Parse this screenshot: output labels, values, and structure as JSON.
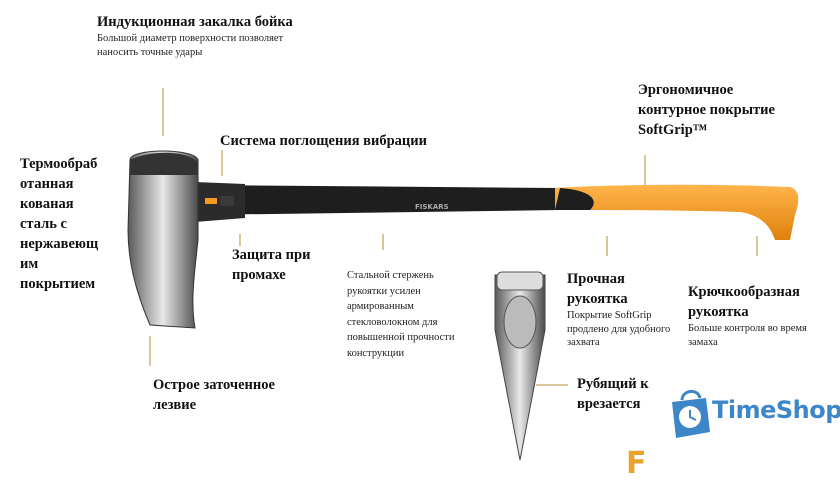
{
  "callouts": {
    "induction": {
      "title": "Индукционная закалка бойка",
      "lines": [
        "Большой диаметр поверхности позволяет",
        "наносить точные удары"
      ]
    },
    "vibration": {
      "title": "Система поглощения вибрации"
    },
    "steel": {
      "lines": [
        "Термообраб",
        "отанная",
        "кованая",
        "сталь с",
        "нержавеющ",
        "им",
        "покрытием"
      ]
    },
    "softgrip": {
      "lines": [
        "Эргономичное",
        "контурное покрытие",
        "SoftGrip™"
      ]
    },
    "miss": {
      "lines": [
        "Защита при",
        "промахе"
      ]
    },
    "rod": {
      "lines": [
        "Стальной стержень",
        "рукоятки усилен",
        "армированным",
        "стекловолокном для",
        "повышенной прочности",
        "конструкции"
      ]
    },
    "handle": {
      "lines": [
        "Прочная",
        "рукоятка"
      ],
      "sub": [
        "Покрытие SoftGrip",
        "продлено для удобного",
        "захвата"
      ]
    },
    "hook": {
      "lines": [
        "Крючкообразная",
        "рукоятка"
      ],
      "sub": [
        "Больше контроля во время",
        "замаха"
      ]
    },
    "blade": {
      "lines": [
        "Острое заточенное",
        "лезвие"
      ]
    },
    "wedge": {
      "lines": [
        "Рубящий к",
        "врезается"
      ]
    }
  },
  "product": {
    "brand_on_handle": "FISKARS",
    "handle_color": "#f39c1f",
    "handle_dark": "#1e1e1e"
  },
  "watermark": {
    "text": "TimeShop",
    "color": "#3d86c8",
    "brand_mark": "F"
  }
}
